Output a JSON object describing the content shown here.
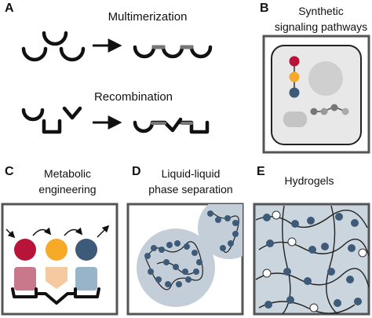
{
  "panels": {
    "a": {
      "letter": "A",
      "title_top": "Multimerization",
      "title_bottom": "Recombination"
    },
    "b": {
      "letter": "B",
      "title_lines": [
        "Synthetic",
        "signaling pathways"
      ]
    },
    "c": {
      "letter": "C",
      "title_lines": [
        "Metabolic",
        "engineering"
      ]
    },
    "d": {
      "letter": "D",
      "title_lines": [
        "Liquid-liquid",
        "phase separation"
      ]
    },
    "e": {
      "letter": "E",
      "title_lines": [
        "Hydrogels"
      ]
    }
  },
  "colors": {
    "stroke": "#111111",
    "frame": "#444444",
    "crimson": "#b8143a",
    "orange": "#f7a928",
    "slate_blue": "#3d5a78",
    "pink": "#c9788c",
    "peach": "#f6caa0",
    "light_blue": "#98b4c8",
    "cell_fill": "#e8e8e8",
    "nucleus": "#cfcfcf",
    "droplet": "#c3ced8",
    "hydrogel_bg": "#cbd5de",
    "bead_white": "#ffffff"
  }
}
